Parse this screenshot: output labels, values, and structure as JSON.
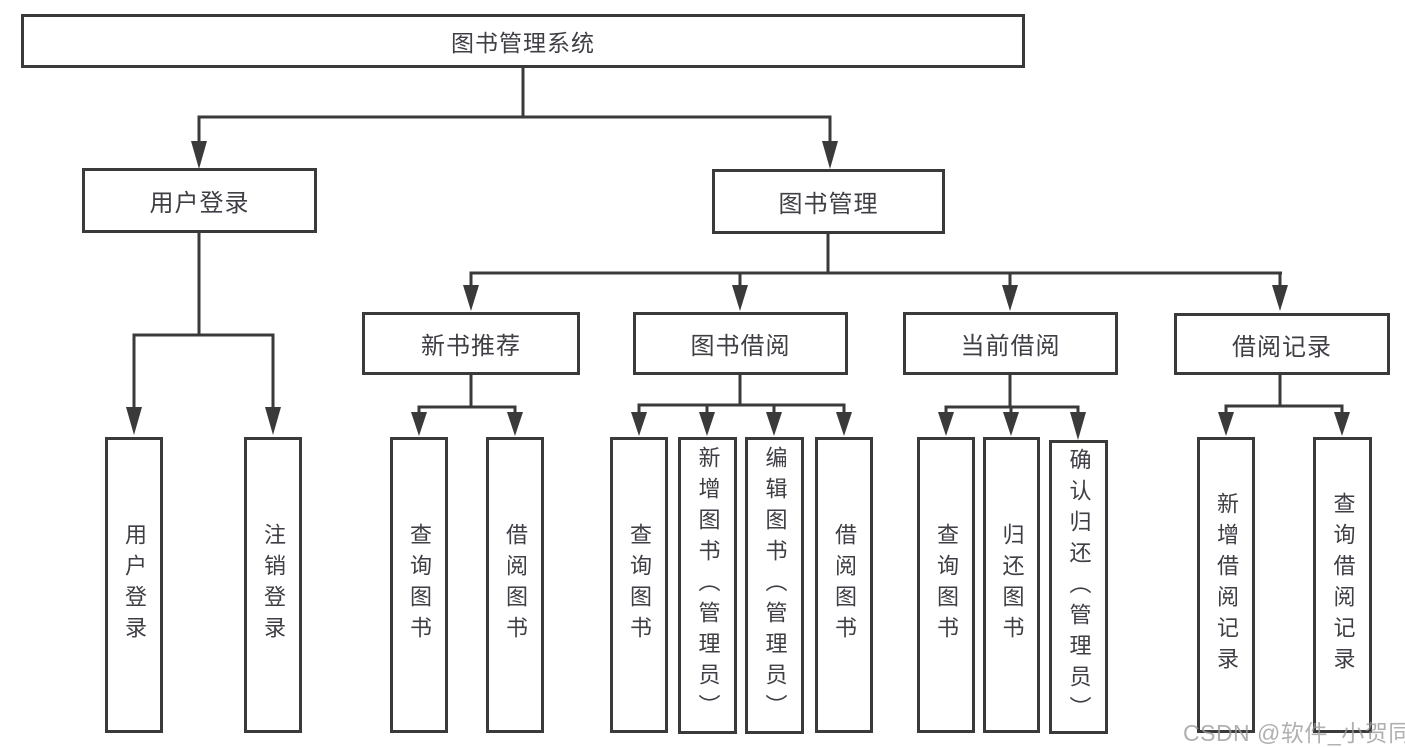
{
  "diagram_title": "图书管理系统",
  "nodes": {
    "root": "图书管理系统",
    "user_login": "用户登录",
    "book_mgmt": "图书管理",
    "new_book_rec": "新书推荐",
    "book_borrow": "图书借阅",
    "current_borrow": "当前借阅",
    "borrow_record": "借阅记录",
    "leaf_user_login": "用户登录",
    "leaf_logout": "注销登录",
    "leaf_query_book_1": "查询图书",
    "leaf_borrow_book_1": "借阅图书",
    "leaf_query_book_2": "查询图书",
    "leaf_add_book": "新增图书（管理员）",
    "leaf_edit_book": "编辑图书（管理员）",
    "leaf_borrow_book_2": "借阅图书",
    "leaf_query_book_3": "查询图书",
    "leaf_return_book": "归还图书",
    "leaf_confirm_return": "确认归还（管理员）",
    "leaf_add_record": "新增借阅记录",
    "leaf_query_record": "查询借阅记录"
  },
  "hierarchy": {
    "root": "图书管理系统",
    "children": [
      {
        "label": "用户登录",
        "children": [
          "用户登录",
          "注销登录"
        ]
      },
      {
        "label": "图书管理",
        "children": [
          {
            "label": "新书推荐",
            "children": [
              "查询图书",
              "借阅图书"
            ]
          },
          {
            "label": "图书借阅",
            "children": [
              "查询图书",
              "新增图书（管理员）",
              "编辑图书（管理员）",
              "借阅图书"
            ]
          },
          {
            "label": "当前借阅",
            "children": [
              "查询图书",
              "归还图书",
              "确认归还（管理员）"
            ]
          },
          {
            "label": "借阅记录",
            "children": [
              "新增借阅记录",
              "查询借阅记录"
            ]
          }
        ]
      }
    ]
  },
  "watermark": "CSDN @软件_小贺同学",
  "colors": {
    "line": "#3a3a3a",
    "box_border": "#3a3a3a",
    "text": "#3e3e44",
    "watermark": "#9a9a9a",
    "background": "#ffffff"
  }
}
